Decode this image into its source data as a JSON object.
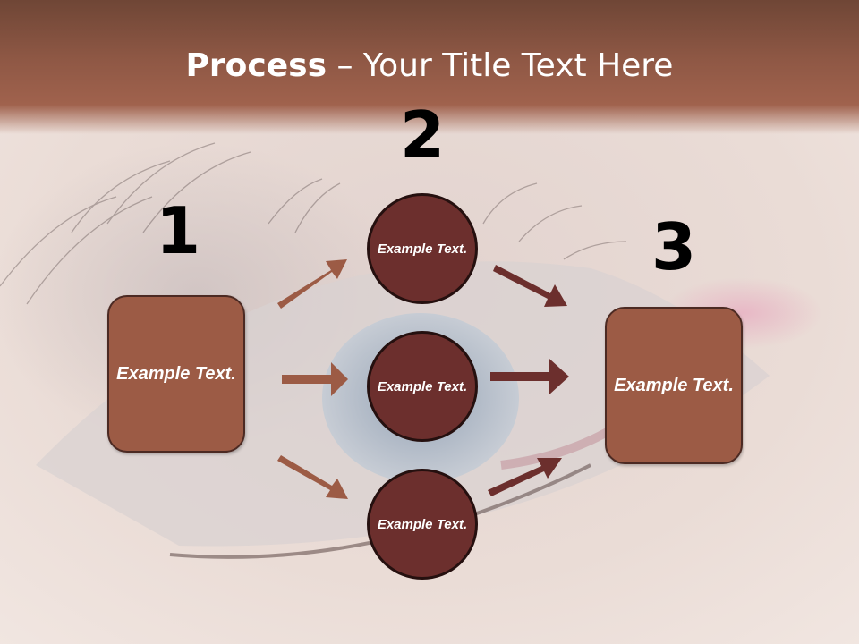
{
  "title": {
    "bold": "Process",
    "dash": " – ",
    "rest": "Your Title Text Here"
  },
  "steps": [
    {
      "number": "1",
      "label": "Example Text."
    },
    {
      "number": "2",
      "items": [
        "Example Text.",
        "Example Text.",
        "Example Text."
      ]
    },
    {
      "number": "3",
      "label": "Example Text."
    }
  ],
  "colors": {
    "title_bar": "#8f5845",
    "box_fill": "#9c5b45",
    "box_border": "#4c2a23",
    "circle_fill": "#6c2f2d",
    "circle_border": "#25100f",
    "arrow_left": "#9c5b45",
    "arrow_right": "#6c2f2d"
  },
  "background": "close-up eye photo"
}
